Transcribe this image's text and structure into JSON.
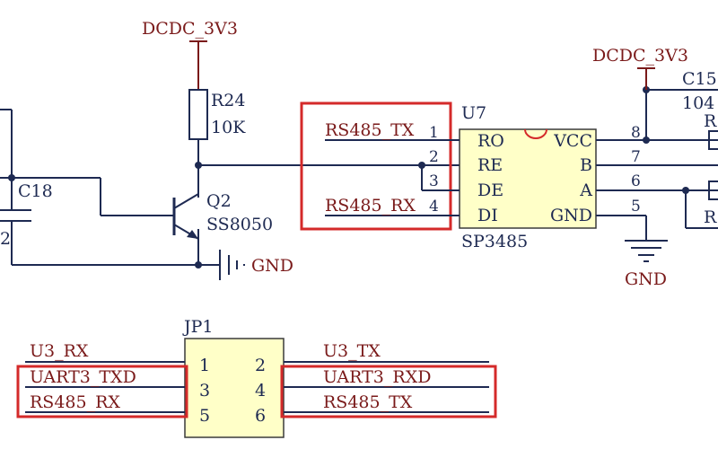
{
  "power": {
    "top_net": "DCDC_3V3",
    "right_net": "DCDC_3V3",
    "gnd_q2": "GND",
    "gnd_u7": "GND"
  },
  "r24": {
    "ref": "R24",
    "value": "10K"
  },
  "c18": {
    "ref": "C18",
    "value_partial": "2"
  },
  "c15": {
    "ref": "C15",
    "value": "104"
  },
  "right_partial": {
    "r_upper": "R",
    "r_lower": "R"
  },
  "q2": {
    "ref": "Q2",
    "part": "SS8050"
  },
  "u7": {
    "ref": "U7",
    "part": "SP3485",
    "left_pins": [
      {
        "num": "1",
        "name": "RO"
      },
      {
        "num": "2",
        "name": "RE"
      },
      {
        "num": "3",
        "name": "DE"
      },
      {
        "num": "4",
        "name": "DI"
      }
    ],
    "right_pins": [
      {
        "num": "8",
        "name": "VCC"
      },
      {
        "num": "7",
        "name": "B"
      },
      {
        "num": "6",
        "name": "A"
      },
      {
        "num": "5",
        "name": "GND"
      }
    ]
  },
  "u7_nets": {
    "tx": "RS485_TX",
    "rx": "RS485_RX"
  },
  "jp1": {
    "ref": "JP1",
    "pins_left": [
      "1",
      "3",
      "5"
    ],
    "pins_right": [
      "2",
      "4",
      "6"
    ],
    "left_header": "U3_RX",
    "right_header": "U3_TX",
    "left_nets": [
      "UART3_TXD",
      "RS485_RX"
    ],
    "right_nets": [
      "UART3_RXD",
      "RS485_TX"
    ]
  }
}
